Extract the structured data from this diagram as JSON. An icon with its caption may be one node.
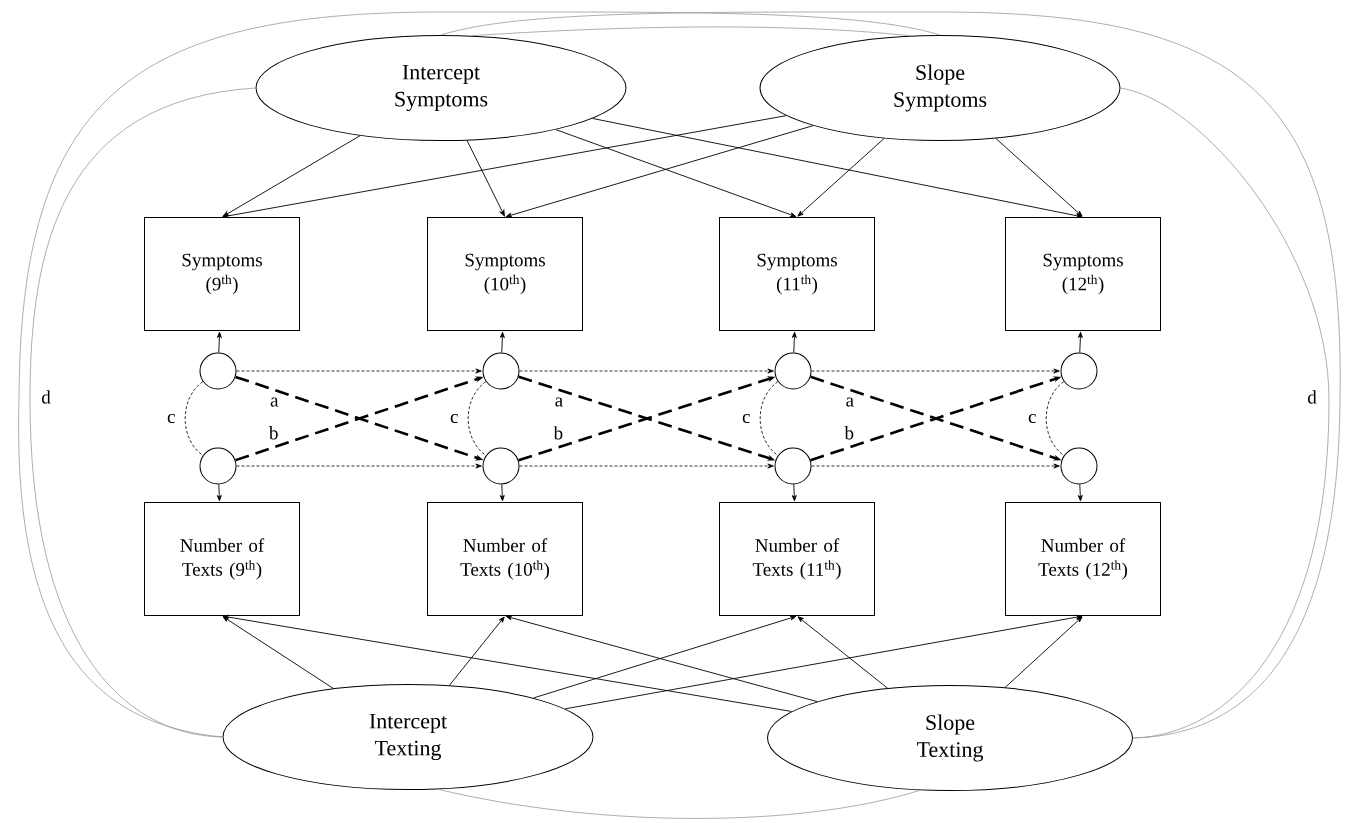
{
  "diagram": {
    "nodes": [
      {
        "text": [
          "Intercept Symptoms"
        ]
      },
      {
        "text": [
          "Slope Symptoms"
        ]
      },
      {
        "text": [
          "Symptoms (9$^{th}$)"
        ]
      },
      {
        "text": [
          "Symptoms (10$^{th}$)"
        ]
      },
      {
        "text": [
          "Symptoms (11$^{th}$)"
        ]
      },
      {
        "text": [
          "Symptoms (12$^{th}$)"
        ]
      },
      {
        "text": [],
        "shape": "circle"
      },
      {
        "text": [],
        "shape": "circle"
      },
      {
        "text": [],
        "shape": "circle"
      },
      {
        "text": [],
        "shape": "circle"
      },
      {
        "text": [],
        "shape": "circle"
      },
      {
        "text": [],
        "shape": "circle"
      },
      {
        "text": [],
        "shape": "circle"
      },
      {
        "text": [],
        "shape": "circle"
      },
      {
        "text": [
          "Number of Texts (9$^{th}$)"
        ]
      },
      {
        "text": [
          "Number of Texts (10$^{th}$)"
        ]
      },
      {
        "text": [
          "Number of Texts (11$^{th}$)"
        ]
      },
      {
        "text": [
          "Number of Texts (12$^{th}$)"
        ]
      },
      {
        "text": [
          "Intercept Texting"
        ]
      },
      {
        "text": [
          "Slope Texting"
        ]
      }
    ],
    "edges": [
      {
        "from": 0,
        "to": 2,
        "arrow": "to"
      },
      {
        "from": 0,
        "to": 3,
        "arrow": "to"
      },
      {
        "from": 0,
        "to": 4,
        "arrow": "to"
      },
      {
        "from": 0,
        "to": 5,
        "arrow": "to"
      },
      {
        "from": 1,
        "to": 2,
        "arrow": "to"
      },
      {
        "from": 1,
        "to": 3,
        "arrow": "to"
      },
      {
        "from": 1,
        "to": 4,
        "arrow": "to"
      },
      {
        "from": 1,
        "to": 5,
        "arrow": "to"
      },
      {
        "from": 6,
        "to": 2,
        "arrow": "to"
      },
      {
        "from": 7,
        "to": 3,
        "arrow": "to"
      },
      {
        "from": 8,
        "to": 4,
        "arrow": "to"
      },
      {
        "from": 9,
        "to": 5,
        "arrow": "to"
      },
      {
        "from": 10,
        "to": 14,
        "arrow": "to"
      },
      {
        "from": 11,
        "to": 15,
        "arrow": "to"
      },
      {
        "from": 12,
        "to": 16,
        "arrow": "to"
      },
      {
        "from": 13,
        "to": 17,
        "arrow": "to"
      },
      {
        "from": 6,
        "to": 7,
        "arrow": "to",
        "style": "dashed"
      },
      {
        "from": 7,
        "to": 8,
        "arrow": "to",
        "style": "dashed"
      },
      {
        "from": 8,
        "to": 9,
        "arrow": "to",
        "style": "dashed"
      },
      {
        "from": 10,
        "to": 11,
        "arrow": "to",
        "style": "dashed"
      },
      {
        "from": 11,
        "to": 12,
        "arrow": "to",
        "style": "dashed"
      },
      {
        "from": 12,
        "to": 13,
        "arrow": "to",
        "style": "dashed"
      },
      {
        "from": 6,
        "to": 11,
        "arrow": "to",
        "style": "dashed",
        "label": "a"
      },
      {
        "from": 7,
        "to": 12,
        "arrow": "to",
        "style": "dashed",
        "label": "a"
      },
      {
        "from": 8,
        "to": 13,
        "arrow": "to",
        "style": "dashed",
        "label": "a"
      },
      {
        "from": 10,
        "to": 7,
        "arrow": "to",
        "style": "dashed",
        "label": "b"
      },
      {
        "from": 11,
        "to": 8,
        "arrow": "to",
        "style": "dashed",
        "label": "b"
      },
      {
        "from": 12,
        "to": 9,
        "arrow": "to",
        "style": "dashed",
        "label": "b"
      },
      {
        "from": 6,
        "to": 10,
        "arrow": "none",
        "style": "dashed",
        "label": "c"
      },
      {
        "from": 7,
        "to": 11,
        "arrow": "none",
        "style": "dashed",
        "label": "c"
      },
      {
        "from": 8,
        "to": 12,
        "arrow": "none",
        "style": "dashed",
        "label": "c"
      },
      {
        "from": 9,
        "to": 13,
        "arrow": "none",
        "style": "dashed",
        "label": "c"
      },
      {
        "from": 0,
        "to": 18,
        "arrow": "none",
        "color": "#999999",
        "label": "d"
      },
      {
        "from": 1,
        "to": 18,
        "arrow": "none",
        "color": "#999999"
      },
      {
        "from": 0,
        "to": 19,
        "arrow": "none",
        "color": "#999999"
      },
      {
        "from": 1,
        "to": 19,
        "arrow": "none",
        "color": "#999999",
        "label": "d"
      },
      {
        "from": 0,
        "to": 1,
        "arrow": "none",
        "color": "#999999"
      },
      {
        "from": 18,
        "to": 19,
        "arrow": "none",
        "color": "#999999"
      },
      {
        "from": 18,
        "to": 14,
        "arrow": "to"
      },
      {
        "from": 18,
        "to": 15,
        "arrow": "to"
      },
      {
        "from": 18,
        "to": 16,
        "arrow": "to"
      },
      {
        "from": 18,
        "to": 17,
        "arrow": "to"
      },
      {
        "from": 19,
        "to": 14,
        "arrow": "to"
      },
      {
        "from": 19,
        "to": 15,
        "arrow": "to"
      },
      {
        "from": 19,
        "to": 16,
        "arrow": "to"
      },
      {
        "from": 19,
        "to": 17,
        "arrow": "to"
      }
    ]
  }
}
